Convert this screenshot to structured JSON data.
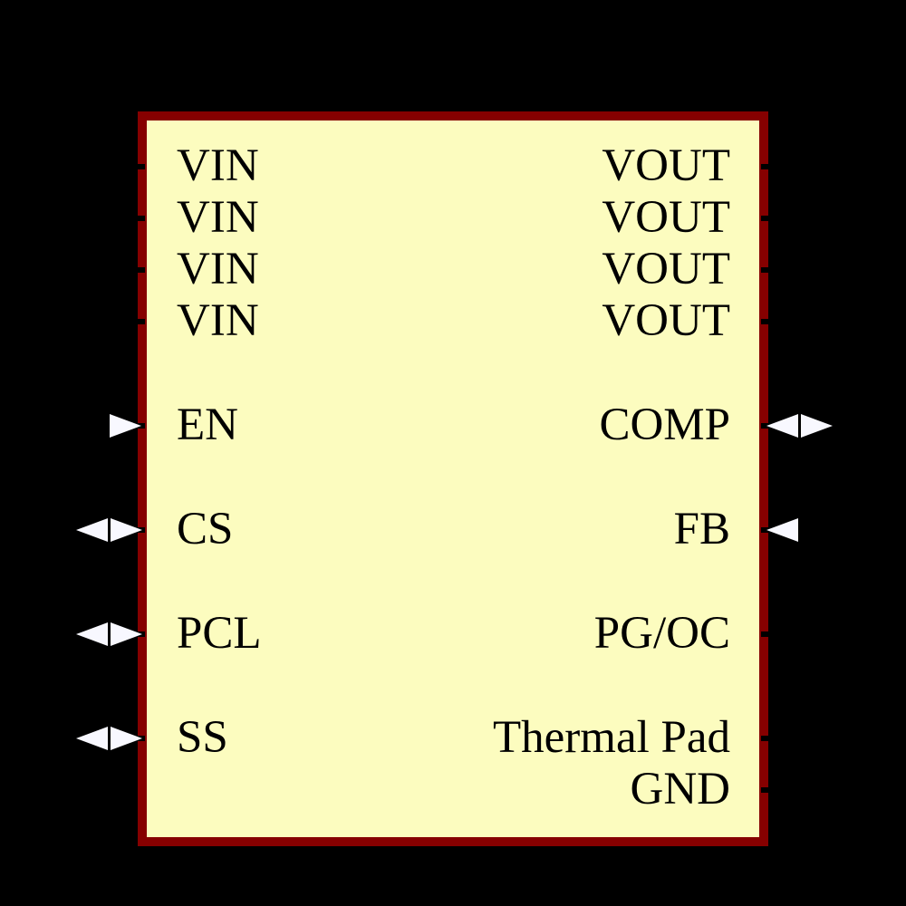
{
  "symbol": {
    "kind": "IC schematic symbol",
    "colors": {
      "background": "#000000",
      "body_fill": "#FCFCBF",
      "body_border": "#860000",
      "pin_stub": "#000000",
      "label_text": "#000000",
      "arrow_fill": "#F8F8FF"
    }
  },
  "pins": {
    "left": [
      {
        "label": "VIN",
        "direction": "none"
      },
      {
        "label": "VIN",
        "direction": "none"
      },
      {
        "label": "VIN",
        "direction": "none"
      },
      {
        "label": "VIN",
        "direction": "none"
      },
      {
        "label": "EN",
        "direction": "input",
        "arrow": "right-arrow-icon"
      },
      {
        "label": "CS",
        "direction": "bidirectional",
        "arrow": "double-arrow-icon"
      },
      {
        "label": "PCL",
        "direction": "bidirectional",
        "arrow": "double-arrow-icon"
      },
      {
        "label": "SS",
        "direction": "bidirectional",
        "arrow": "double-arrow-icon"
      }
    ],
    "right": [
      {
        "label": "VOUT",
        "direction": "none"
      },
      {
        "label": "VOUT",
        "direction": "none"
      },
      {
        "label": "VOUT",
        "direction": "none"
      },
      {
        "label": "VOUT",
        "direction": "none"
      },
      {
        "label": "COMP",
        "direction": "bidirectional",
        "arrow": "double-arrow-icon"
      },
      {
        "label": "FB",
        "direction": "input",
        "arrow": "left-arrow-icon"
      },
      {
        "label": "PG/OC",
        "direction": "none"
      },
      {
        "label": "Thermal Pad",
        "direction": "none"
      },
      {
        "label": "GND",
        "direction": "none"
      }
    ]
  }
}
